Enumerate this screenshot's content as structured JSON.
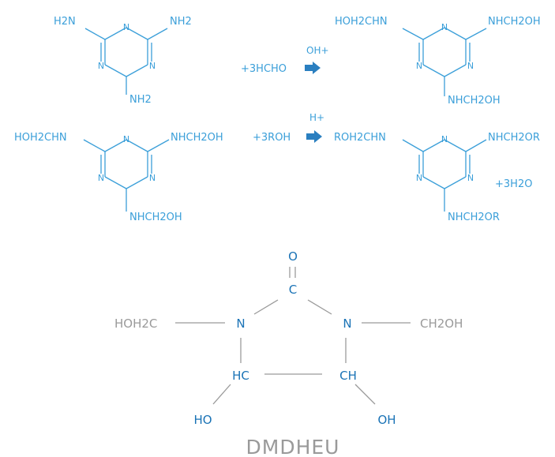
{
  "colors": {
    "primary": "#3b9fd9",
    "dark": "#1a73b6",
    "gray": "#9a9a9a",
    "arrow": "#2a7fc0"
  },
  "ring": {
    "n": "N"
  },
  "reaction1": {
    "reactant": {
      "top_left": "H2N",
      "top_right": "NH2",
      "bottom": "NH2"
    },
    "reagent": "+3HCHO",
    "catalyst": "OH+",
    "product": {
      "top_left": "HOH2CHN",
      "top_right": "NHCH2OH",
      "bottom": "NHCH2OH"
    }
  },
  "reaction2": {
    "reactant": {
      "top_left": "HOH2CHN",
      "top_right": "NHCH2OH",
      "bottom": "NHCH2OH"
    },
    "reagent": "+3ROH",
    "catalyst": "H+",
    "product": {
      "top_left": "ROH2CHN",
      "top_right": "NHCH2OR",
      "bottom": "NHCH2OR"
    },
    "byproduct": "+3H2O"
  },
  "dmdheu": {
    "o": "O",
    "c": "C",
    "n": "N",
    "left_group": "HOH2C",
    "right_group": "CH2OH",
    "hc": "HC",
    "ch": "CH",
    "oh": "HO",
    "oh_right": "OH",
    "label": "DMDHEU"
  }
}
